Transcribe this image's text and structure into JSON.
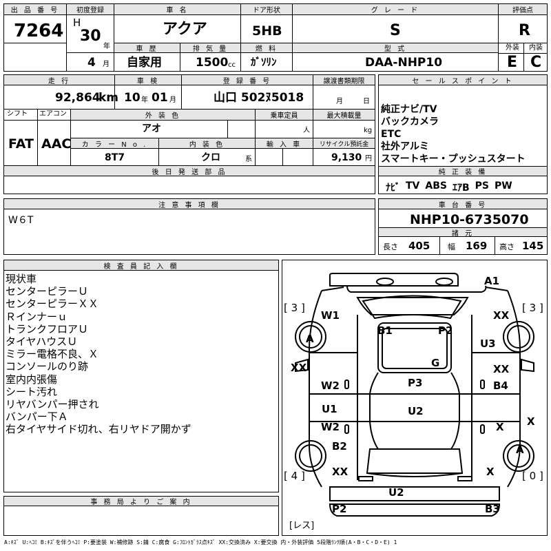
{
  "header": {
    "lot_number_label": "出 品 番 号",
    "lot_number": "7264",
    "first_reg_label": "初度登録",
    "era": "H",
    "year": "30",
    "year_unit": "年",
    "month": "4",
    "month_unit": "月",
    "car_name_label": "車  名",
    "car_name": "アクア",
    "history_label": "車  歴",
    "history": "自家用",
    "displacement_label": "排 気 量",
    "displacement": "1500",
    "displacement_unit": "cc",
    "door_label": "ドア形状",
    "door": "5HB",
    "fuel_label": "燃  料",
    "fuel": "ｶﾞｿﾘﾝ",
    "grade_label": "グ レ ー ド",
    "grade": "S",
    "model_label": "型  式",
    "model": "DAA-NHP10",
    "score_label": "評価点",
    "score": "R",
    "ext_label": "外装",
    "int_label": "内装",
    "ext": "E",
    "int": "C"
  },
  "row2": {
    "mileage_label": "走  行",
    "mileage": "92,864",
    "mileage_unit": "km",
    "inspection_label": "車  検",
    "insp_year": "10",
    "insp_year_unit": "年",
    "insp_month": "01",
    "insp_month_unit": "月",
    "plate_label": "登 録 番 号",
    "plate": "山口 502ﾇ5018",
    "transfer_label": "譲渡書類期限",
    "transfer_month": "月",
    "transfer_day": "日",
    "shift_label": "シフト",
    "shift": "FAT",
    "ac_label": "エアコン",
    "ac": "AAC",
    "ext_color_label": "外 装 色",
    "ext_color": "アオ",
    "capacity_label": "乗車定員",
    "capacity_unit": "人",
    "max_load_label": "最大積載量",
    "max_load_unit": "kg",
    "color_no_label": "カ ラ ー N o .",
    "color_no": "8T7",
    "int_color_label": "内 装 色",
    "int_color": "クロ",
    "int_color_unit": "系",
    "import_label": "輸 入 車",
    "recycle_label": "リサイクル預託金",
    "recycle": "9,130",
    "recycle_unit": "円",
    "later_parts_label": "後 日 発 送 部 品"
  },
  "sales": {
    "label": "セ ー ル ス ポ イ ン ト",
    "points": [
      "純正ナビ/TV",
      "バックカメラ",
      "ETC",
      "社外アルミ",
      "スマートキー・プッシュスタート"
    ],
    "equip_label": "純 正 装 備",
    "equip": [
      "ﾅﾋﾞ",
      "TV",
      "ABS",
      "ｴｱB",
      "PS",
      "PW"
    ]
  },
  "notes": {
    "label": "注 意 事 項 欄",
    "text": "W６T"
  },
  "chassis": {
    "label": "車 台 番 号",
    "number": "NHP10-6735070",
    "dims_label": "諸  元",
    "length_label": "長さ",
    "length": "405",
    "width_label": "幅",
    "width": "169",
    "height_label": "高さ",
    "height": "145"
  },
  "inspector": {
    "label": "検 査 員 記 入 欄",
    "lines": [
      "現状車",
      "センターピラーＵ",
      "センターピラーＸＸ",
      "Ｒインナーｕ",
      "トランクフロアＵ",
      "タイヤハウスＵ",
      "ミラー電格不良、Ｘ",
      "コンソールのり跡",
      "室内内張傷",
      "シート汚れ",
      "リヤバンパー押され",
      "バンパー下Ａ",
      "右タイヤサイド切れ、右リヤドア開かず"
    ]
  },
  "office": {
    "label": "事 務 局 よ り ご 案 内"
  },
  "diagram": {
    "damage_labels": [
      "A1",
      "W1",
      "XX",
      "B1",
      "P2",
      "U3",
      "A",
      "XX",
      "G",
      "XX",
      "W2",
      "P3",
      "B4",
      "U1",
      "U2",
      "W2",
      "X",
      "X",
      "B2",
      "A",
      "XX",
      "X",
      "U2",
      "P2",
      "B3"
    ],
    "tire_left_front": "3",
    "tire_right_front": "3",
    "tire_left_rear": "4",
    "tire_right_rear": "0",
    "spare": "レス"
  },
  "legend": "A:ｷｽﾞ U:ﾍｺﾐ B:ｷｽﾞを伴うﾍｺﾐ P:要塗装 W:補修跡 S:錆 C:腐食 G:ﾌﾛﾝﾄｶﾞﾗｽ点ｷｽﾞ XX:交換済み X:要交換  内・外装評価 5段階ﾗﾝｸ順(A・B・C・D・E) 1"
}
